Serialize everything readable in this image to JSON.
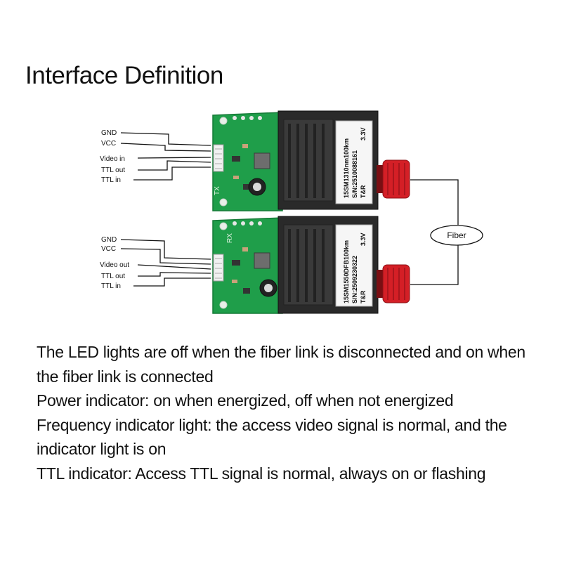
{
  "title": "Interface Definition",
  "transmitter": {
    "board_label": "TX",
    "pins": [
      "GND",
      "VCC",
      "Video in",
      "TTL out",
      "TTL in"
    ],
    "module": {
      "model": "15SM1310nm100km",
      "serial": "S/N:2510088161",
      "brand": "T&R",
      "voltage": "3.3V"
    }
  },
  "receiver": {
    "board_label": "RX",
    "pins": [
      "GND",
      "VCC",
      "Video out",
      "TTL out",
      "TTL in"
    ],
    "module": {
      "model": "15SM1550DFB100km",
      "serial": "S/N:2509230322",
      "brand": "T&R",
      "voltage": "3.3V"
    }
  },
  "fiber_label": "Fiber",
  "descriptions": [
    "The LED lights are off when the fiber link is disconnected and on when the fiber link is connected",
    "Power indicator: on when energized, off when not energized",
    "Frequency indicator light: the access video signal is normal, and the indicator light is on",
    "TTL indicator: Access TTL signal is normal, always on or flashing"
  ],
  "colors": {
    "pcb": "#1f9e4a",
    "pcb_dark": "#157a37",
    "module": "#2a2a2a",
    "connector": "#d41f26"
  }
}
